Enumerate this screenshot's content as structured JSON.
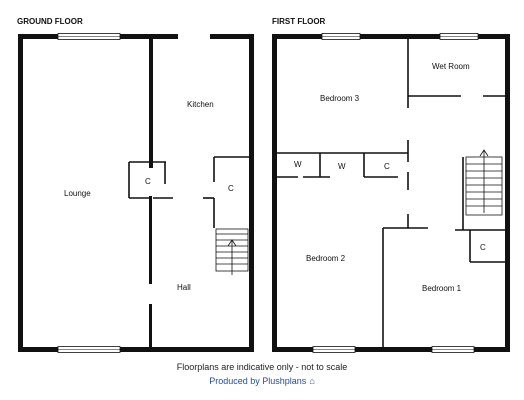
{
  "floors": {
    "ground": {
      "title": "GROUND FLOOR",
      "rooms": {
        "lounge": "Lounge",
        "kitchen": "Kitchen",
        "hall": "Hall",
        "cupboard": "C",
        "cupboard2": "C"
      }
    },
    "first": {
      "title": "FIRST FLOOR",
      "rooms": {
        "bedroom3": "Bedroom 3",
        "wetroom": "Wet Room",
        "bedroom2": "Bedroom 2",
        "bedroom1": "Bedroom 1",
        "w1": "W",
        "w2": "W",
        "c1": "C",
        "c2": "C"
      }
    }
  },
  "footer": {
    "disclaimer": "Floorplans are indicative only - not to scale",
    "credit": "Produced by Plushplans",
    "credit_icon": "house-icon",
    "credit_color": "#1f4fa3"
  }
}
